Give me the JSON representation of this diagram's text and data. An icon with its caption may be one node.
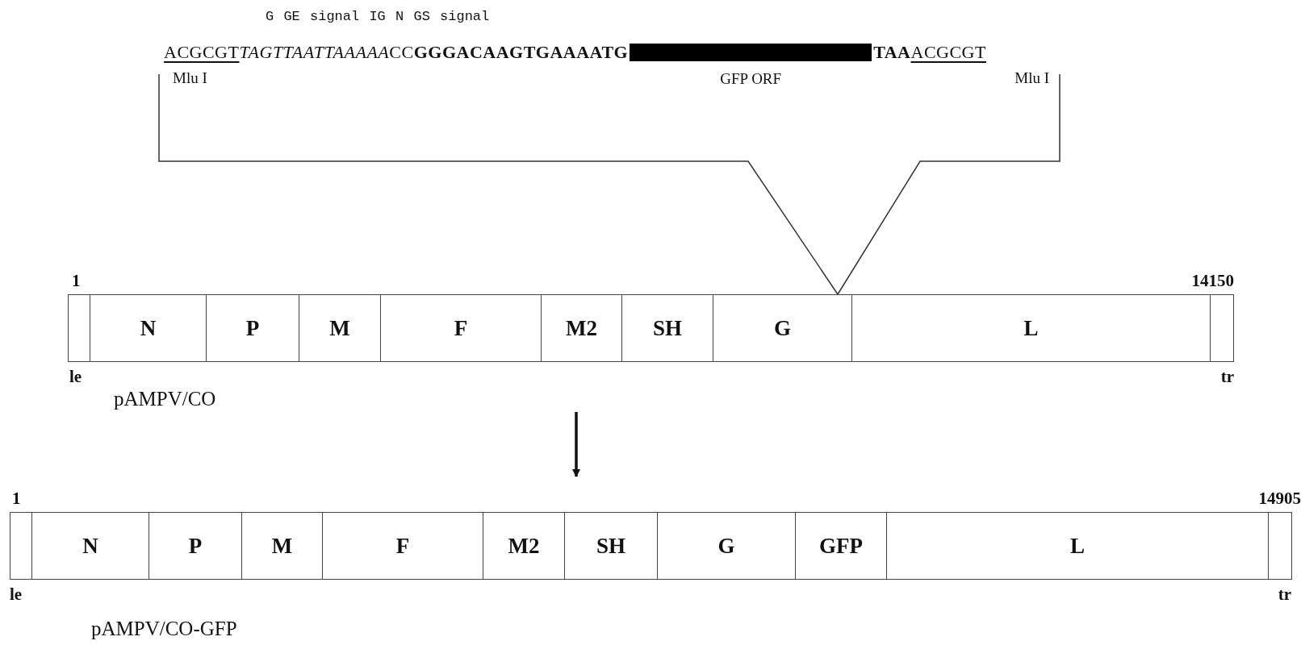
{
  "diagram": {
    "nodes": [
      {
        "text": [],
        "shape": "bar",
        "beside": [
          "1",
          "14150",
          "le",
          "tr",
          "pAMPV/CO"
        ]
      },
      {
        "text": [],
        "shape": "box",
        "in": 0
      },
      {
        "text": [
          "N"
        ],
        "in": 0
      },
      {
        "text": [
          "P"
        ],
        "in": 0
      },
      {
        "text": [
          "M"
        ],
        "in": 0
      },
      {
        "text": [
          "F"
        ],
        "in": 0
      },
      {
        "text": [
          "M2"
        ],
        "in": 0
      },
      {
        "text": [
          "SH"
        ],
        "in": 0
      },
      {
        "text": [
          "G"
        ],
        "in": 0
      },
      {
        "text": [
          "L"
        ],
        "in": 0
      },
      {
        "text": [],
        "shape": "box",
        "in": 0
      },
      {
        "text": [],
        "shape": "bar",
        "beside": [
          "1",
          "14905",
          "le",
          "tr",
          "pAMPV/CO-GFP"
        ]
      },
      {
        "text": [],
        "shape": "box",
        "in": 11
      },
      {
        "text": [
          "N"
        ],
        "in": 11
      },
      {
        "text": [
          "P"
        ],
        "in": 11
      },
      {
        "text": [
          "M"
        ],
        "in": 11
      },
      {
        "text": [
          "F"
        ],
        "in": 11
      },
      {
        "text": [
          "M2"
        ],
        "in": 11
      },
      {
        "text": [
          "SH"
        ],
        "in": 11
      },
      {
        "text": [
          "G"
        ],
        "in": 11
      },
      {
        "text": [
          "GFP"
        ],
        "in": 11
      },
      {
        "text": [
          "L"
        ],
        "in": 11
      },
      {
        "text": [],
        "shape": "box",
        "in": 11
      },
      {
        "text": [],
        "shape": "bar",
        "beside": [
          "GFP ORF"
        ]
      }
    ],
    "edges": [
      {
        "from": 0,
        "to": 11,
        "arrow": "to"
      }
    ],
    "labels": [
      "G GE signal IG N GS signal",
      "ACGCGT",
      "TAGTTAATTAAAAA",
      "CC",
      "GGGACAAGTGAAAATG",
      "TAA",
      "ACGCGT",
      "Mlu I",
      "Mlu I"
    ]
  }
}
